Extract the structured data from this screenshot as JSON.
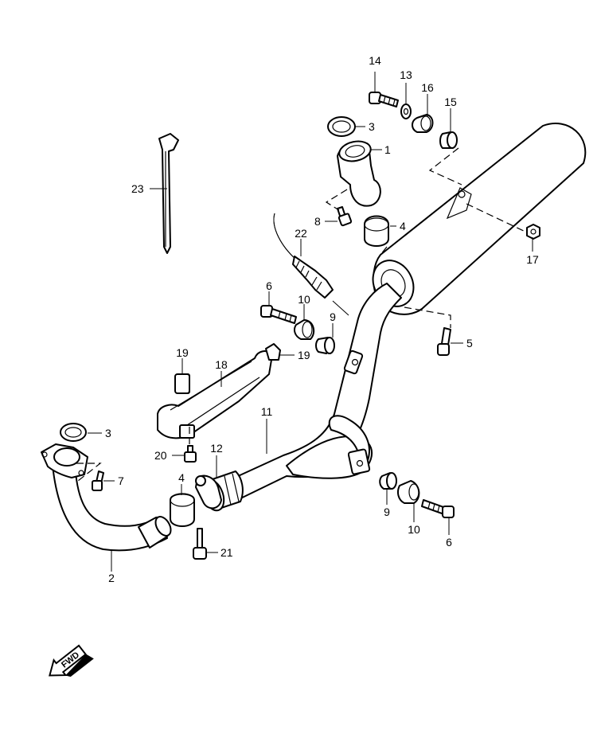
{
  "diagram": {
    "callouts": [
      {
        "id": "c14",
        "text": "14"
      },
      {
        "id": "c13",
        "text": "13"
      },
      {
        "id": "c16",
        "text": "16"
      },
      {
        "id": "c15",
        "text": "15"
      },
      {
        "id": "c3a",
        "text": "3"
      },
      {
        "id": "c1",
        "text": "1"
      },
      {
        "id": "c23",
        "text": "23"
      },
      {
        "id": "c8",
        "text": "8"
      },
      {
        "id": "c4a",
        "text": "4"
      },
      {
        "id": "c22",
        "text": "22"
      },
      {
        "id": "c17",
        "text": "17"
      },
      {
        "id": "c6a",
        "text": "6"
      },
      {
        "id": "c10a",
        "text": "10"
      },
      {
        "id": "c9a",
        "text": "9"
      },
      {
        "id": "c5",
        "text": "5"
      },
      {
        "id": "c19a",
        "text": "19"
      },
      {
        "id": "c19b",
        "text": "19"
      },
      {
        "id": "c18",
        "text": "18"
      },
      {
        "id": "c11",
        "text": "11"
      },
      {
        "id": "c3b",
        "text": "3"
      },
      {
        "id": "c20",
        "text": "20"
      },
      {
        "id": "c12",
        "text": "12"
      },
      {
        "id": "c7",
        "text": "7"
      },
      {
        "id": "c4b",
        "text": "4"
      },
      {
        "id": "c9b",
        "text": "9"
      },
      {
        "id": "c10b",
        "text": "10"
      },
      {
        "id": "c6b",
        "text": "6"
      },
      {
        "id": "c21",
        "text": "21"
      },
      {
        "id": "c2",
        "text": "2"
      }
    ],
    "direction_marker": {
      "text": "FWD",
      "icon": "forward-arrow-icon"
    }
  }
}
